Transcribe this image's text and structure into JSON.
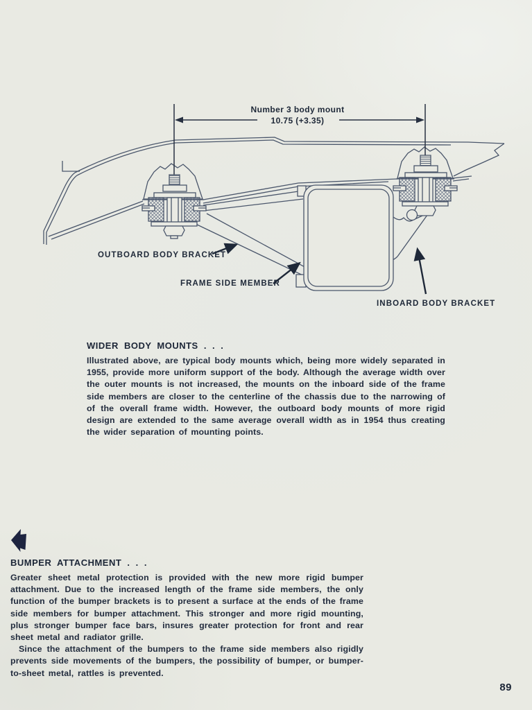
{
  "page": {
    "number": "89",
    "background": "#e9eae3",
    "ink": "#1e2838",
    "line_color": "#4a566b"
  },
  "diagram": {
    "dimension": {
      "label": "Number 3 body mount",
      "value": "10.75 (+3.35)"
    },
    "labels": {
      "outboard": "OUTBOARD BODY BRACKET",
      "frame": "FRAME SIDE MEMBER",
      "inboard": "INBOARD BODY BRACKET"
    }
  },
  "icons": {
    "nav_arrow": "left-arrow-marker"
  },
  "sections": [
    {
      "heading": "WIDER BODY MOUNTS .  .  .",
      "paragraphs": [
        "Illustrated above, are typical body mounts which, being more widely separated in 1955, provide more uniform support of the body. Although the average width over the outer mounts is not increased, the mounts on the inboard side of the frame side members are closer to the centerline of the chassis due to the narrowing of of the overall frame width. However, the outboard body mounts of more rigid design are extended to the same average overall width as in 1954 thus creating the wider separation of mounting points."
      ]
    },
    {
      "heading": "BUMPER ATTACHMENT .  .  .",
      "paragraphs": [
        "Greater sheet metal protection is provided with the new more rigid bumper attachment. Due to the increased length of the frame side members, the only function of the bumper brackets is to present a surface at the ends of the frame side members for bumper attachment. This stronger and more rigid mounting, plus stronger bumper face bars, insures greater protection for front and rear sheet metal and radiator grille.",
        "Since the attachment of the bumpers to the frame side members also rigidly prevents side movements of the bumpers, the possibility of bumper, or bumper-to-sheet metal, rattles is prevented."
      ]
    }
  ]
}
